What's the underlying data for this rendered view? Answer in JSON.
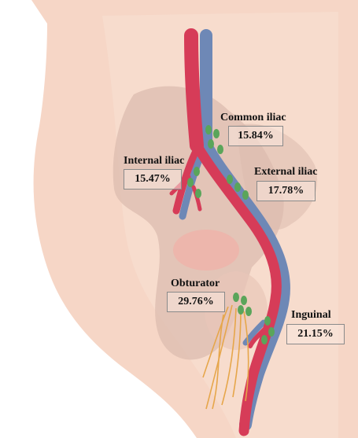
{
  "diagram": {
    "colors": {
      "skin": "#f6d6c6",
      "pelvis": "#e2c2b4",
      "bladder": "#f1b7ad",
      "artery": "#d63c58",
      "vein": "#6e88b6",
      "lymph_node": "#5aa55a",
      "nerve": "#e6a64a",
      "box_fill": "#fae8de",
      "box_border": "#8a8a8a"
    },
    "regions": [
      {
        "id": "common-iliac",
        "name": "Common iliac",
        "percent": "15.84%"
      },
      {
        "id": "internal-iliac",
        "name": "Internal iliac",
        "percent": "15.47%"
      },
      {
        "id": "external-iliac",
        "name": "External iliac",
        "percent": "17.78%"
      },
      {
        "id": "obturator",
        "name": "Obturator",
        "percent": "29.76%"
      },
      {
        "id": "inguinal",
        "name": "Inguinal",
        "percent": "21.15%"
      }
    ]
  }
}
